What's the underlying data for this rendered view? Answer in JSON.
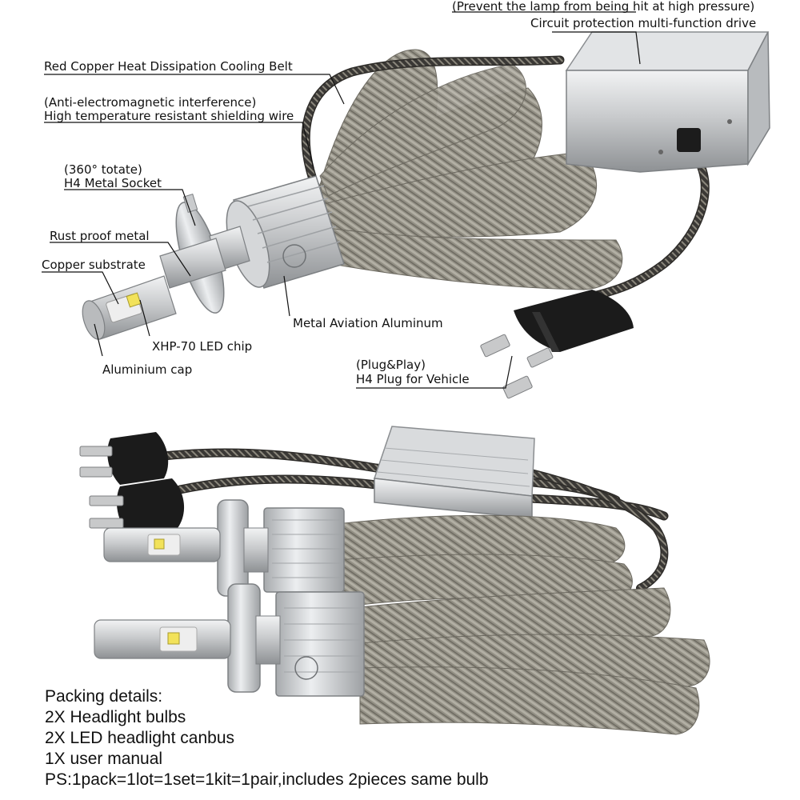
{
  "labels": {
    "drive_note": "(Prevent the lamp from being hit at high pressure)",
    "drive": "Circuit protection multi-function drive",
    "cooling_belt": "Red Copper Heat Dissipation Cooling Belt",
    "shield_note": "(Anti-electromagnetic interference)",
    "shield": "High temperature resistant shielding wire",
    "socket_note": "(360° totate)",
    "socket": "H4 Metal Socket",
    "rust": "Rust proof metal",
    "copper": "Copper substrate",
    "aviation": "Metal Aviation Aluminum",
    "chip": "XHP-70 LED chip",
    "cap": "Aluminium cap",
    "plug_note": "(Plug&Play)",
    "plug": "H4 Plug for Vehicle"
  },
  "packing": {
    "title": "Packing details:",
    "lines": [
      "2X Headlight bulbs",
      "2X LED headlight canbus",
      "1X user manual",
      "PS:1pack=1lot=1set=1kit=1pair,includes 2pieces same bulb"
    ]
  },
  "colors": {
    "braid": "#8f8c80",
    "aluminum": "#c9cbcd",
    "cable": "#3a3835",
    "plug": "#1a1a1a",
    "led": "#f2e25a"
  }
}
